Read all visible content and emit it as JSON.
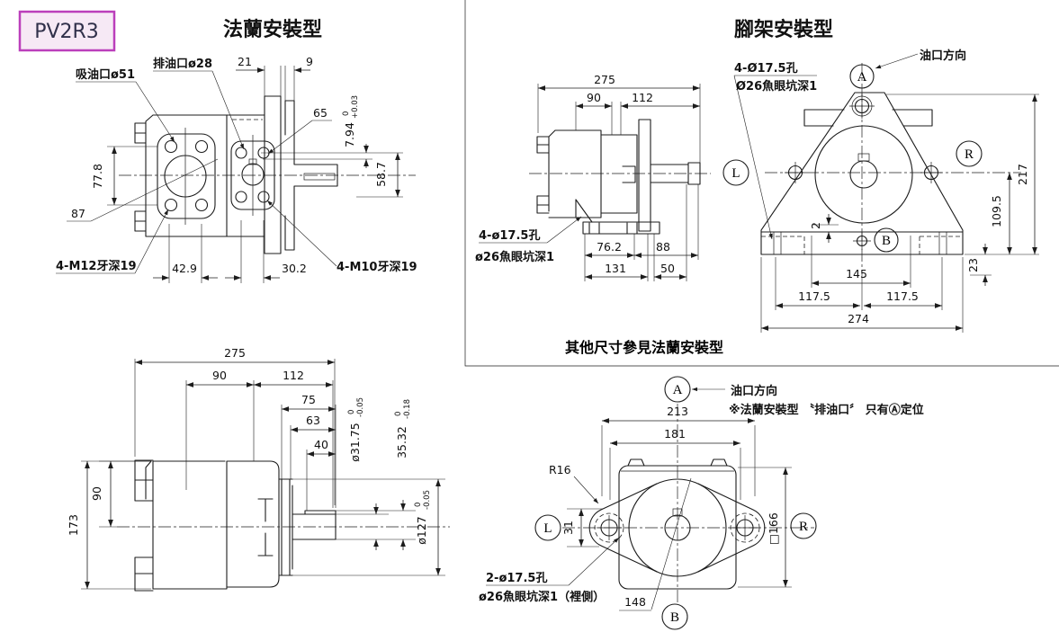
{
  "badge": {
    "label": "PV2R3"
  },
  "titles": {
    "flange": "法蘭安裝型",
    "foot": "腳架安裝型"
  },
  "notes": {
    "other_dims": "其他尺寸參見法蘭安裝型",
    "flange_port_note": "※法蘭安裝型 〝排油口〞 只有Ⓐ定位",
    "port_dir_foot": "油口方向",
    "port_dir_flange": "油口方向"
  },
  "flange_front": {
    "suction": "吸油口ø51",
    "discharge": "排油口ø28",
    "d21": "21",
    "d9": "9",
    "d65": "65",
    "d77_8": "77.8",
    "d87": "87",
    "m12": "4-M12牙深19",
    "d42_9": "42.9",
    "d30_2": "30.2",
    "m10": "4-M10牙深19",
    "key_h": "7.94",
    "key_hi": "+0.03",
    "key_lo": "0",
    "d58_7": "58.7"
  },
  "flange_side": {
    "d275": "275",
    "d90": "90",
    "d112": "112",
    "d75": "75",
    "d63": "63",
    "d40": "40",
    "d90v": "90",
    "d173": "173",
    "shaft": "ø31.75",
    "shaft_hi": "0",
    "shaft_lo": "-0.05",
    "key": "35.32",
    "key_hi": "0",
    "key_lo": "-0.18",
    "spigot": "ø127",
    "spigot_hi": "0",
    "spigot_lo": "-0.05"
  },
  "foot_side": {
    "d275": "275",
    "d90": "90",
    "d112": "112",
    "d76_2": "76.2",
    "d88": "88",
    "d131": "131",
    "d50": "50",
    "holes": "4-ø17.5孔",
    "counterbore": "ø26魚眼坑深1"
  },
  "foot_front": {
    "holes": "4-Ø17.5孔",
    "counterbore": "Ø26魚眼坑深1",
    "a": "A",
    "b": "B",
    "l": "L",
    "r": "R",
    "d217": "217",
    "d109_5": "109.5",
    "d23": "23",
    "d2": "2",
    "d145": "145",
    "d117_5_left": "117.5",
    "d117_5_right": "117.5",
    "d274": "274"
  },
  "flange_rear": {
    "a": "A",
    "b": "B",
    "l": "L",
    "r": "R",
    "d213": "213",
    "d181": "181",
    "d31": "31",
    "d148": "148",
    "d166": "□166",
    "r16": "R16",
    "holes": "2-ø17.5孔",
    "counterbore": "ø26魚眼坑深1（裡側）"
  },
  "colors": {
    "line": "#1c1c1c",
    "badge_border": "#bb3fbb",
    "badge_bg": "#f6e9f5",
    "badge_text": "#30304a"
  }
}
